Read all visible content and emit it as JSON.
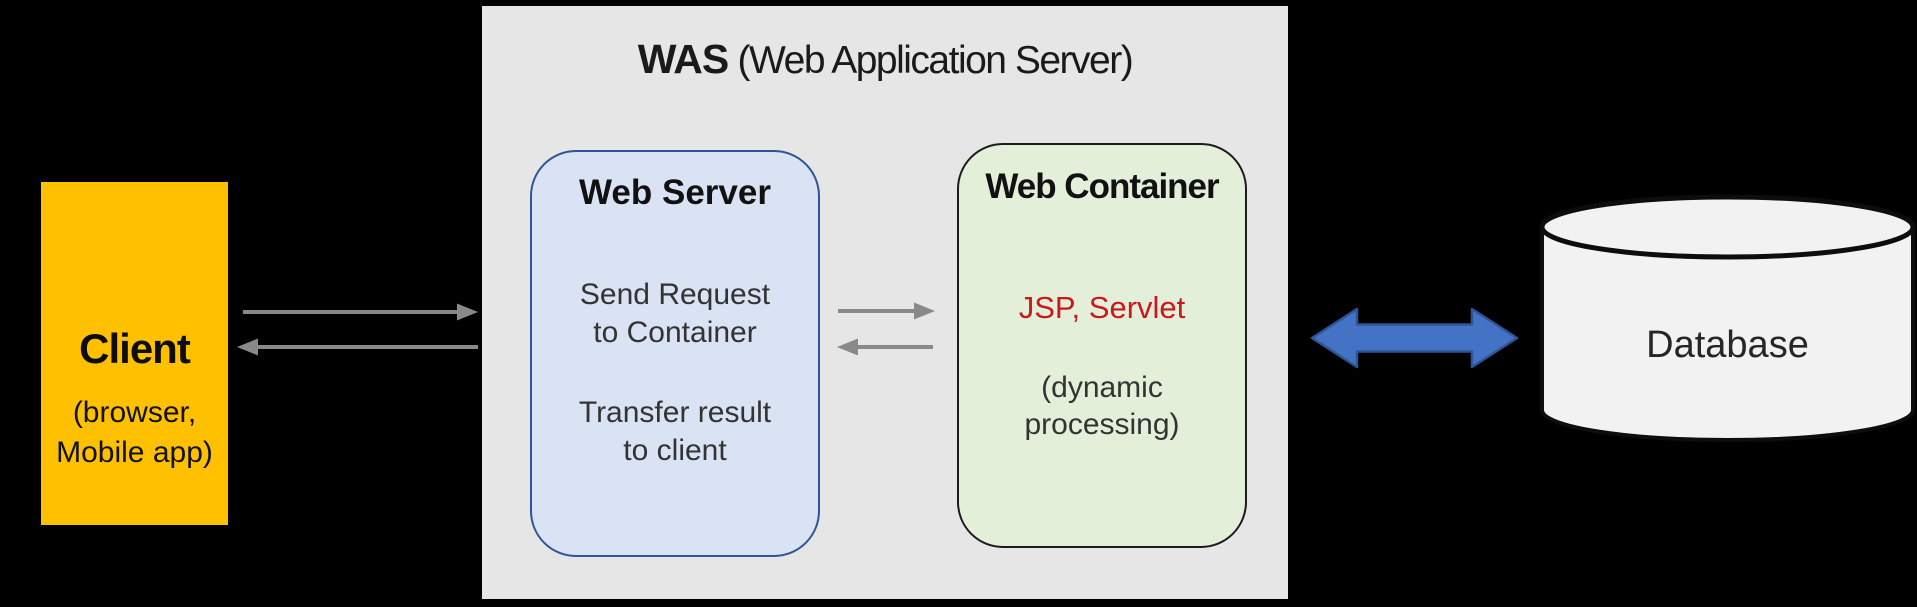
{
  "diagram": {
    "background": "#000000",
    "was": {
      "title_bold": "WAS",
      "title_light": " (Web Application Server)",
      "bg": "#e7e6e6"
    },
    "client": {
      "title": "Client",
      "subtitle_line1": "(browser,",
      "subtitle_line2": "Mobile app)",
      "bg": "#FFC000"
    },
    "web_server": {
      "title": "Web Server",
      "body1_line1": "Send Request",
      "body1_line2": "to Container",
      "body2_line1": "Transfer result",
      "body2_line2": "to client",
      "fill": "#dae3f3",
      "border": "#2F5597"
    },
    "web_container": {
      "title": "Web Container",
      "tech": "JSP, Servlet",
      "tech_color": "#c9191c",
      "note_line1": "(dynamic",
      "note_line2": "processing)",
      "fill": "#e4efda",
      "border": "#1c1c1c"
    },
    "database": {
      "label": "Database",
      "fill": "#f2f2f2",
      "stroke": "#0d0d0d"
    },
    "arrows": {
      "gray": "#898989",
      "blue_fill": "#4472C4",
      "blue_border": "#2F5597"
    }
  }
}
